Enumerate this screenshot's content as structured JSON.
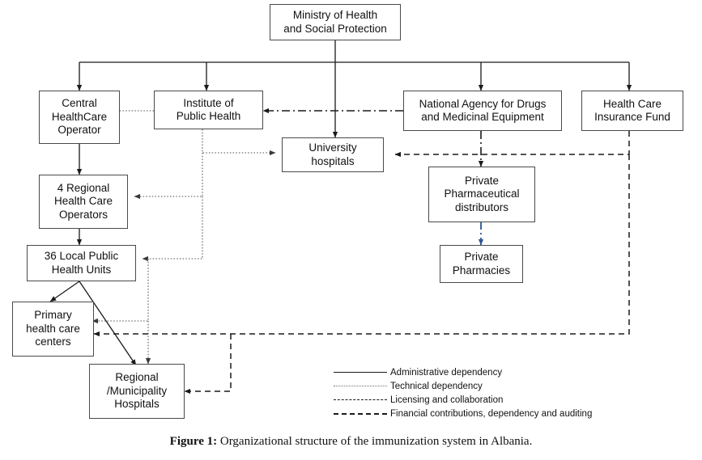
{
  "figure": {
    "caption_label": "Figure 1:",
    "caption_text": " Organizational structure of the immunization system in Albania."
  },
  "nodes": {
    "ministry": "Ministry of Health and Social Protection",
    "central_operator": "Central HealthCare Operator",
    "institute": "Institute of Public Health",
    "national_agency": "National Agency for Drugs and Medicinal Equipment",
    "insurance_fund": "Health Care Insurance Fund",
    "university_hospitals": "University hospitals",
    "regional_operators": "4 Regional Health Care Operators",
    "private_distributors": "Private Pharmaceutical distributors",
    "local_units": "36 Local Public Health Units",
    "private_pharmacies": "Private Pharmacies",
    "primary_centers": "Primary health care centers",
    "regional_hospitals": "Regional /Municipality Hospitals"
  },
  "node_lines": {
    "ministry": [
      "Ministry of Health",
      "and Social Protection"
    ],
    "central_operator": [
      "Central",
      "HealthCare",
      "Operator"
    ],
    "institute": [
      "Institute of",
      "Public Health"
    ],
    "national_agency": [
      "National Agency for Drugs",
      "and Medicinal Equipment"
    ],
    "insurance_fund": [
      "Health Care",
      "Insurance Fund"
    ],
    "university_hospitals": [
      "University",
      "hospitals"
    ],
    "regional_operators": [
      "4 Regional",
      "Health Care",
      "Operators"
    ],
    "private_distributors": [
      "Private",
      "Pharmaceutical",
      "distributors"
    ],
    "local_units": [
      "36 Local Public",
      "Health Units"
    ],
    "private_pharmacies": [
      "Private",
      "Pharmacies"
    ],
    "primary_centers": [
      "Primary",
      "health care",
      "centers"
    ],
    "regional_hospitals": [
      "Regional",
      "/Municipality",
      "Hospitals"
    ]
  },
  "legend": {
    "items": [
      {
        "style": "solid",
        "label": "Administrative dependency"
      },
      {
        "style": "dotted",
        "label": "Technical dependency"
      },
      {
        "style": "dashdot",
        "label": "Licensing and collaboration"
      },
      {
        "style": "dashed",
        "label": "Financial contributions, dependency  and auditing"
      }
    ]
  },
  "colors": {
    "box_border": "#4a4a4a",
    "line": "#1a1a1a",
    "dotted_line": "#6f6f6f",
    "blue_arrow": "#2f5597",
    "background": "#ffffff"
  }
}
